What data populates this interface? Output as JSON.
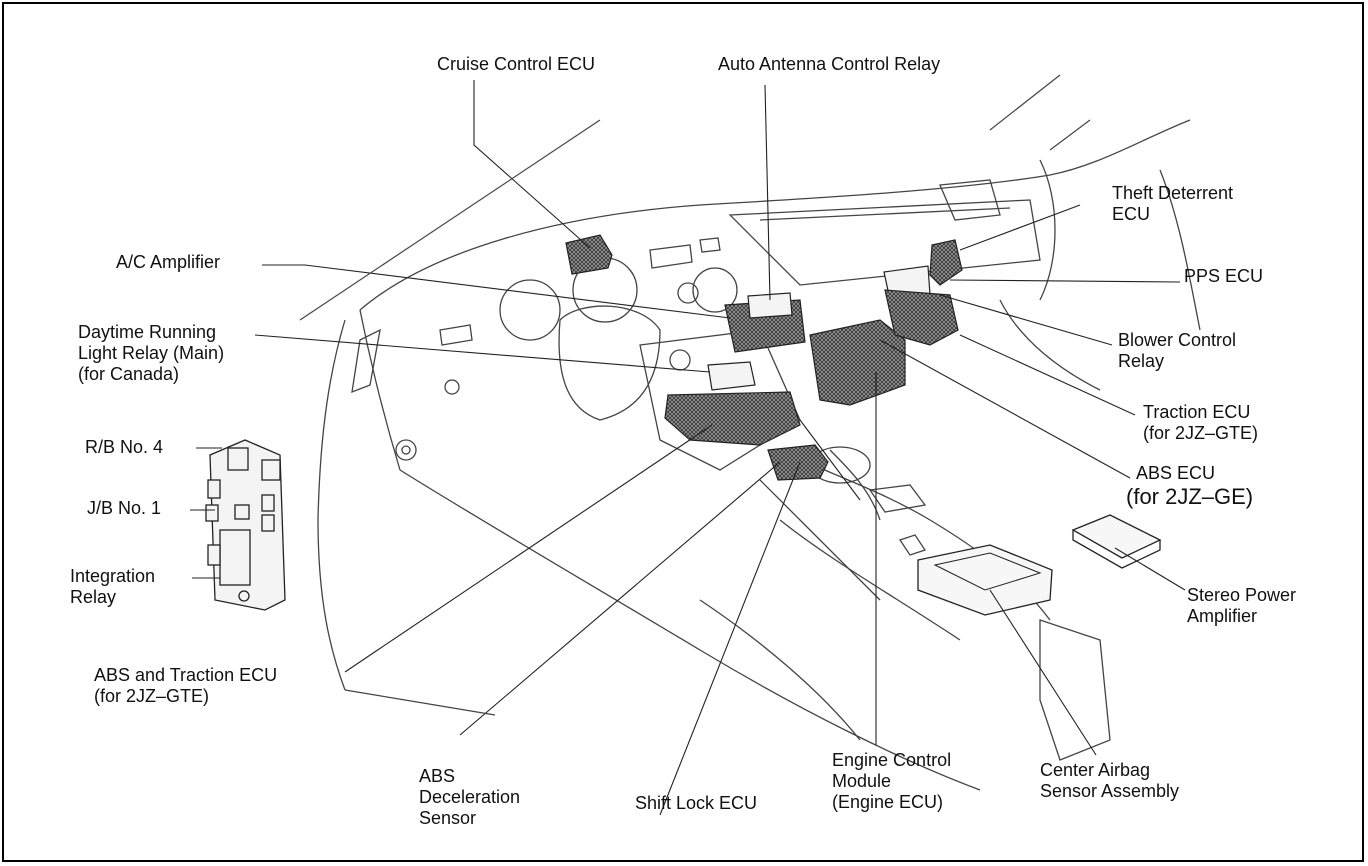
{
  "labels": {
    "cruise_control_ecu": "Cruise Control ECU",
    "auto_antenna_relay": "Auto Antenna Control Relay",
    "theft_deterrent_ecu": "Theft Deterrent\nECU",
    "ac_amplifier": "A/C Amplifier",
    "pps_ecu": "PPS ECU",
    "drl_relay": "Daytime Running\nLight Relay (Main)\n(for Canada)",
    "blower_control_relay": "Blower Control\nRelay",
    "traction_ecu": "Traction ECU\n(for 2JZ–GTE)",
    "abs_ecu": "ABS ECU",
    "abs_ecu_note": "(for 2JZ–GE)",
    "rb_no4": "R/B No. 4",
    "jb_no1": "J/B No. 1",
    "integration_relay": "Integration\nRelay",
    "stereo_power_amplifier": "Stereo Power\nAmplifier",
    "abs_traction_ecu": "ABS and Traction ECU\n(for 2JZ–GTE)",
    "abs_decel_sensor": "ABS\nDeceleration\nSensor",
    "shift_lock_ecu": "Shift Lock ECU",
    "engine_control_module": "Engine Control\nModule\n(Engine ECU)",
    "center_airbag_sensor": "Center Airbag\nSensor Assembly"
  },
  "colors": {
    "line": "#222222",
    "component_fill": "#7a7a7a",
    "text": "#111111"
  }
}
